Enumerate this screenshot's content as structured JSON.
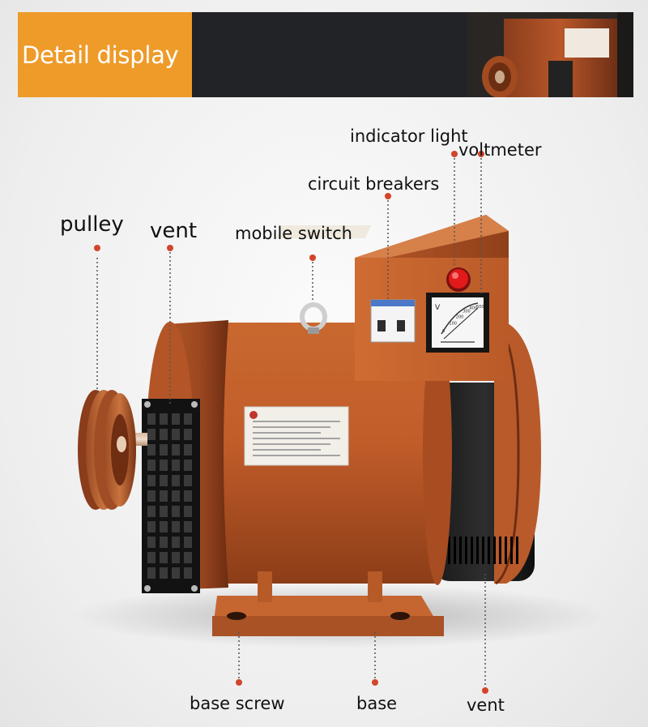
{
  "banner": {
    "title": "Detail display"
  },
  "labels": {
    "pulley": "pulley",
    "vent_left": "vent",
    "mobile_switch": "mobile switch",
    "circuit_breakers": "circuit breakers",
    "indicator_light": "indicator light",
    "voltmeter": "voltmeter",
    "base_screw": "base screw",
    "base": "base",
    "vent_right": "vent"
  },
  "voltmeter_face": {
    "unit": "V",
    "scale": [
      "0",
      "100",
      "200",
      "300",
      "400",
      "500"
    ]
  },
  "colors": {
    "body": "#c0622e",
    "banner_accent": "#ee9b2a",
    "indicator": "#e21a1a",
    "pointer_dot": "#d2452a"
  }
}
